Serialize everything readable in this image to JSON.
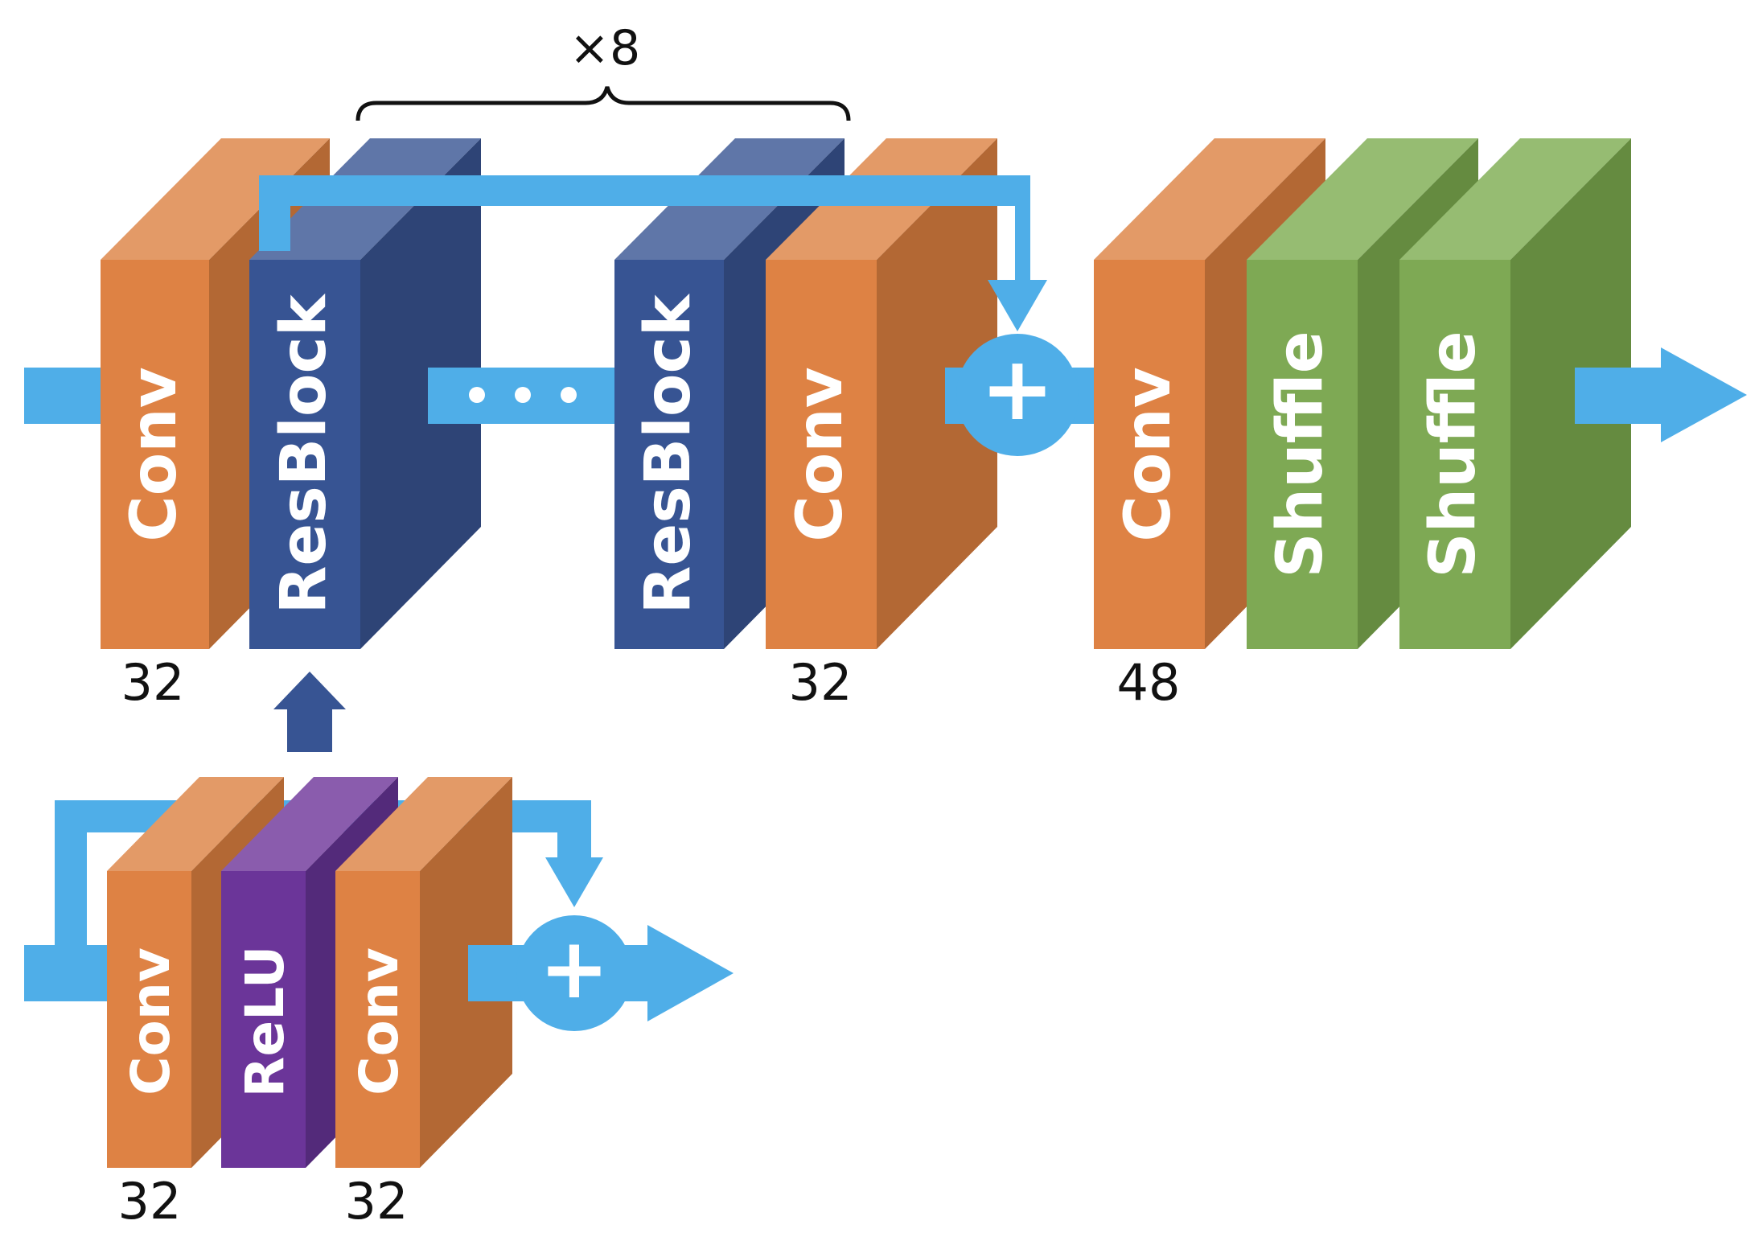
{
  "main": {
    "blocks": [
      {
        "label": "Conv",
        "kind": "conv",
        "channels": "32"
      },
      {
        "label": "ResBlock",
        "kind": "resblock"
      },
      {
        "label": "ResBlock",
        "kind": "resblock"
      },
      {
        "label": "Conv",
        "kind": "conv",
        "channels": "32"
      },
      {
        "label": "Conv",
        "kind": "conv",
        "channels": "48"
      },
      {
        "label": "Shuffle",
        "kind": "shuffle"
      },
      {
        "label": "Shuffle",
        "kind": "shuffle"
      }
    ],
    "repeat_label": "×8",
    "add_symbol": "+"
  },
  "resblock_detail": {
    "blocks": [
      {
        "label": "Conv",
        "kind": "conv",
        "channels": "32"
      },
      {
        "label": "ReLU",
        "kind": "relu"
      },
      {
        "label": "Conv",
        "kind": "conv",
        "channels": "32"
      }
    ],
    "add_symbol": "+"
  },
  "colors": {
    "conv": {
      "front": "#de8244",
      "top": "#e39a67",
      "side": "#b36834"
    },
    "resblock": {
      "front": "#375493",
      "top": "#5f76a8",
      "side": "#2e4476"
    },
    "shuffle": {
      "front": "#7ea954",
      "top": "#96bc72",
      "side": "#658b40"
    },
    "relu": {
      "front": "#6b3599",
      "top": "#8a5cad",
      "side": "#532a7a"
    },
    "arrow": "#4faee8",
    "arrow_dark": "#375493"
  }
}
